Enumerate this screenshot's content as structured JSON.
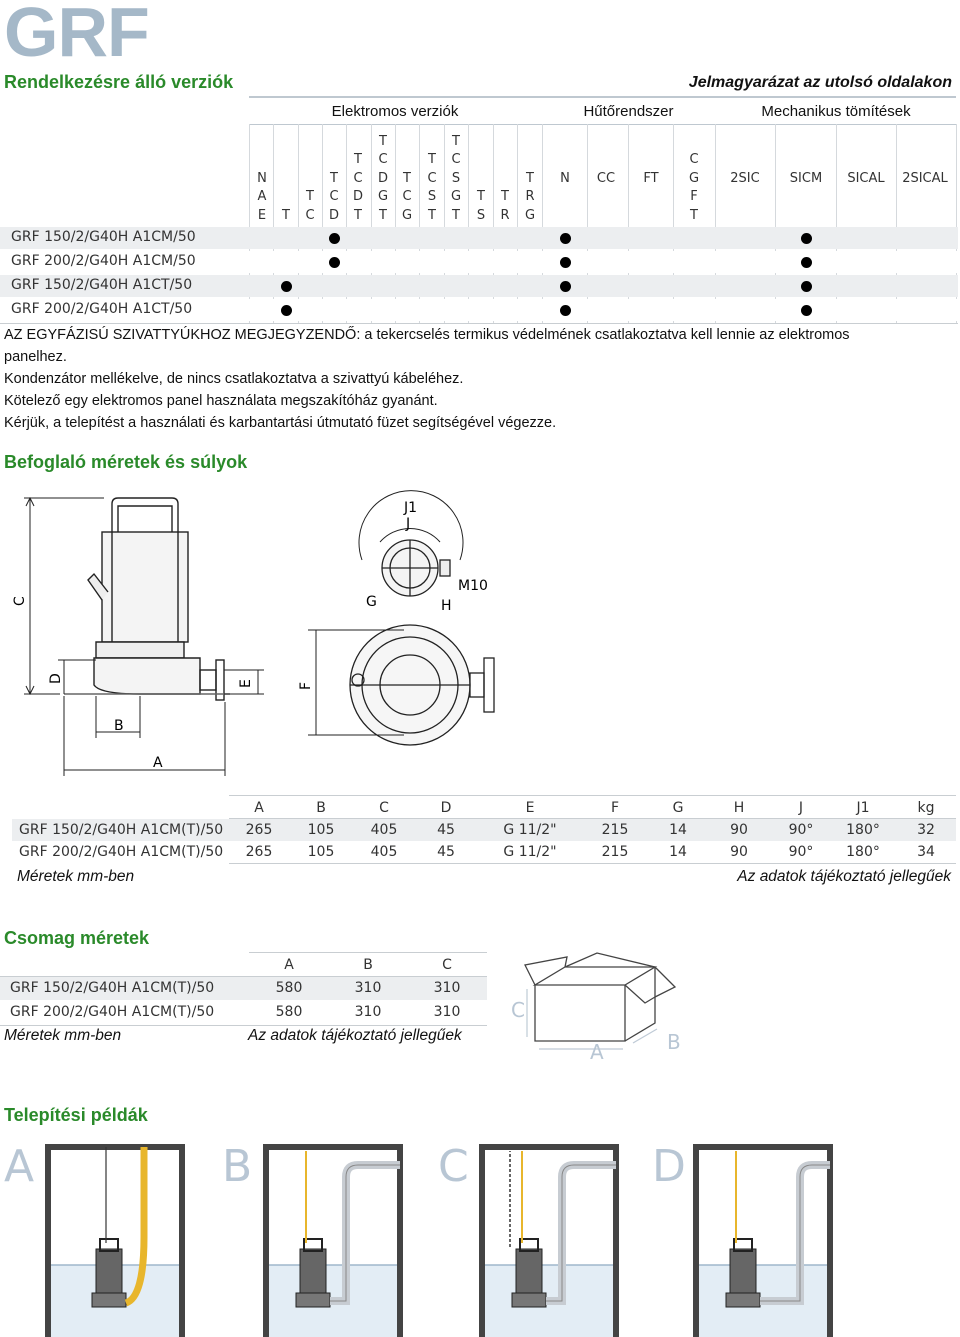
{
  "brand": "GRF",
  "versions": {
    "title": "Rendelkezésre álló verziók",
    "legend_note": "Jelmagyarázat az utolsó oldalakon",
    "groups": [
      "Elektromos verziók",
      "Hűtőrendszer",
      "Mechanikus tömítések"
    ],
    "electric_cols": [
      "NAE",
      "T",
      "TC",
      "TCD",
      "TCDT",
      "TCDGT",
      "TCG",
      "TCST",
      "TCSGT",
      "TS",
      "TR",
      "TRG"
    ],
    "cooling_cols": [
      "N",
      "CC",
      "FT",
      "CGFT"
    ],
    "seal_cols": [
      "2SIC",
      "SICM",
      "SICAL",
      "2SICAL"
    ],
    "rows": [
      {
        "name": "GRF 150/2/G40H A1CM/50",
        "marks": [
          3,
          12,
          17
        ]
      },
      {
        "name": "GRF 200/2/G40H A1CM/50",
        "marks": [
          3,
          12,
          17
        ]
      },
      {
        "name": "GRF 150/2/G40H A1CT/50",
        "marks": [
          1,
          12,
          17
        ]
      },
      {
        "name": "GRF 200/2/G40H A1CT/50",
        "marks": [
          1,
          12,
          17
        ]
      }
    ],
    "notes": [
      "AZ EGYFÁZISÚ SZIVATTYÚKHOZ MEGJEGYZENDŐ: a tekercselés termikus védelmének csatlakoztatva kell lennie az elektromos",
      "panelhez.",
      "Kondenzátor mellékelve, de nincs csatlakoztatva a szivattyú kábeléhez.",
      "Kötelező egy elektromos panel használata megszakítóház gyanánt.",
      "Kérjük, a telepítést a használati és karbantartási útmutató füzet segítségével végezze."
    ]
  },
  "dimensions": {
    "title": "Befoglaló méretek és súlyok",
    "drawing_labels": [
      "C",
      "D",
      "B",
      "A",
      "E",
      "F",
      "J1",
      "J",
      "G",
      "H",
      "M10"
    ],
    "headers": [
      "A",
      "B",
      "C",
      "D",
      "E",
      "F",
      "G",
      "H",
      "J",
      "J1",
      "kg"
    ],
    "rows": [
      {
        "name": "GRF 150/2/G40H A1CM(T)/50",
        "values": [
          "265",
          "105",
          "405",
          "45",
          "G 11/2\"",
          "215",
          "14",
          "90",
          "90°",
          "180°",
          "32"
        ]
      },
      {
        "name": "GRF 200/2/G40H A1CM(T)/50",
        "values": [
          "265",
          "105",
          "405",
          "45",
          "G 11/2\"",
          "215",
          "14",
          "90",
          "90°",
          "180°",
          "34"
        ]
      }
    ],
    "unit_note": "Méretek mm-ben",
    "info_note": "Az adatok tájékoztató jellegűek"
  },
  "package": {
    "title": "Csomag méretek",
    "headers": [
      "A",
      "B",
      "C"
    ],
    "rows": [
      {
        "name": "GRF 150/2/G40H A1CM(T)/50",
        "values": [
          "580",
          "310",
          "310"
        ]
      },
      {
        "name": "GRF 200/2/G40H A1CM(T)/50",
        "values": [
          "580",
          "310",
          "310"
        ]
      }
    ],
    "unit_note": "Méretek mm-ben",
    "info_note": "Az adatok tájékoztató jellegűek",
    "box_labels": [
      "C",
      "A",
      "B"
    ]
  },
  "install": {
    "title": "Telepítési példák",
    "examples": [
      "A",
      "B",
      "C",
      "D"
    ]
  }
}
